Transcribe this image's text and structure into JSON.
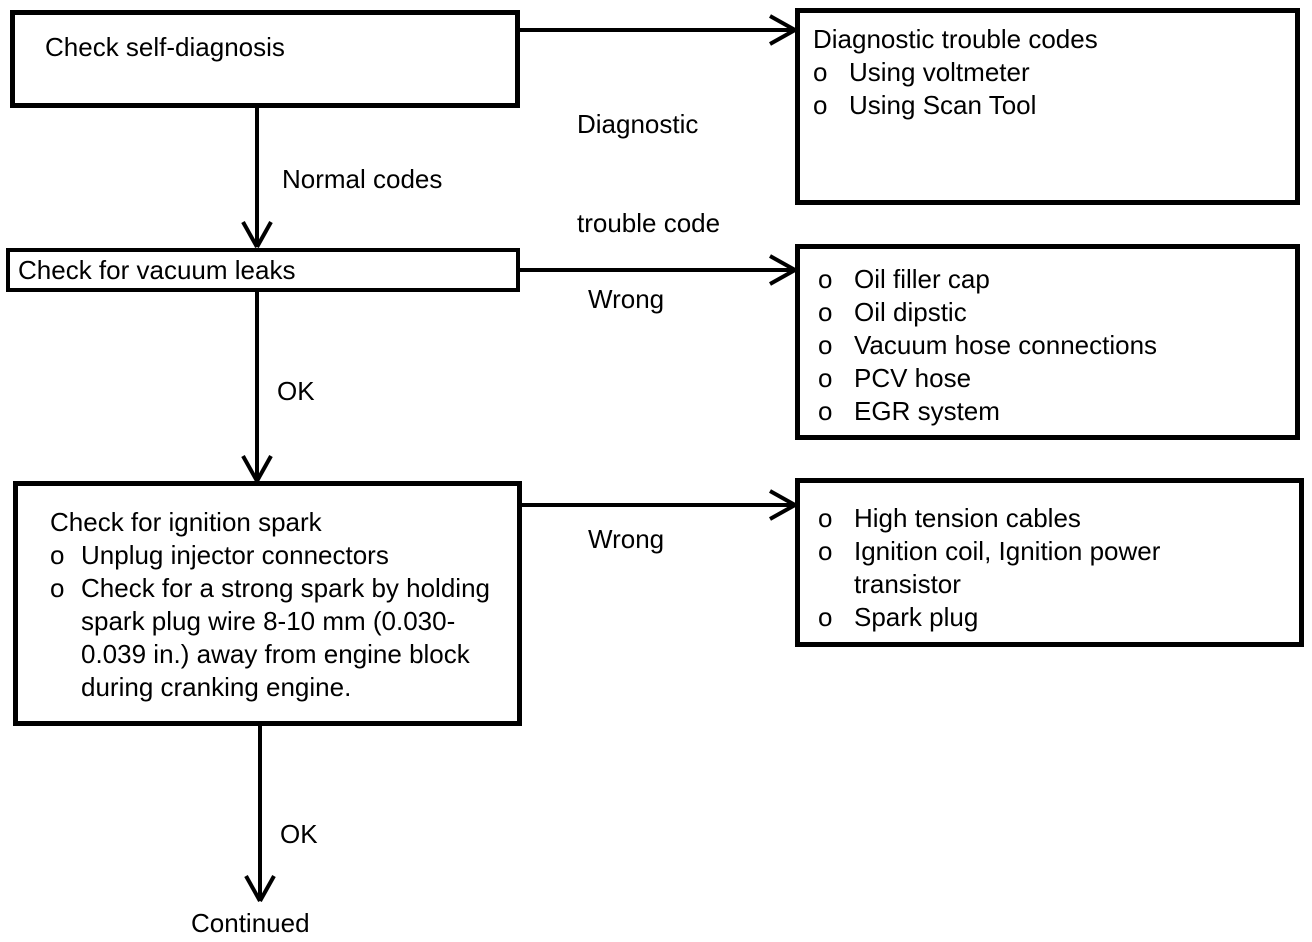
{
  "page": {
    "background": "#ffffff",
    "ink": "#000000"
  },
  "flowchart": {
    "bullet_marker": "o",
    "steps": {
      "step1": {
        "title": "Check self-diagnosis"
      },
      "step2": {
        "title": "Check for vacuum leaks"
      },
      "step3": {
        "title": "Check for ignition spark",
        "items": [
          "Unplug injector connectors",
          "Check for a strong spark by holding spark plug wire 8-10 mm (0.030-0.039 in.) away from engine block during cranking engine."
        ]
      }
    },
    "results": {
      "result1": {
        "title": "Diagnostic trouble codes",
        "items": [
          "Using voltmeter",
          "Using Scan Tool"
        ]
      },
      "result2": {
        "items": [
          "Oil filler cap",
          "Oil dipstic",
          "Vacuum hose connections",
          "PCV hose",
          "EGR system"
        ]
      },
      "result3": {
        "items": [
          "High tension cables",
          "Ignition coil, Ignition power transistor",
          "Spark plug"
        ]
      }
    },
    "edge_labels": {
      "diagnostic_trouble_code_line1": "Diagnostic",
      "diagnostic_trouble_code_line2": "trouble code",
      "normal_codes": "Normal codes",
      "wrong_vacuum": "Wrong",
      "ok_vacuum": "OK",
      "wrong_spark": "Wrong",
      "ok_spark": "OK"
    },
    "terminal": {
      "label": "Continued"
    }
  }
}
